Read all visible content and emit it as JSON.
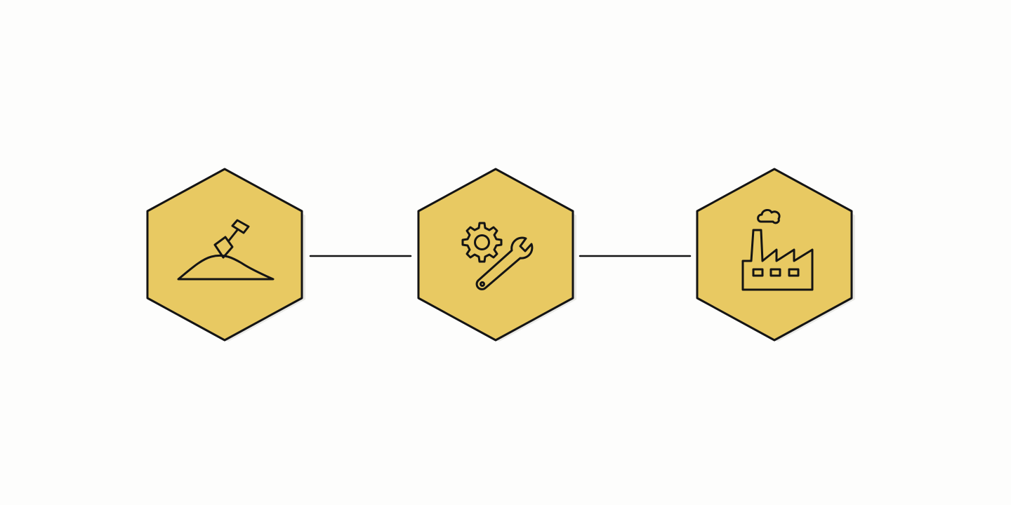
{
  "colors": {
    "background": "#fdfdfc",
    "hexagon_fill": "#e8c962",
    "outline": "#141414"
  },
  "diagram": {
    "type": "process-flow",
    "steps": [
      {
        "id": "step-1",
        "icon": "shovel-in-dirt-icon"
      },
      {
        "id": "step-2",
        "icon": "gear-and-wrench-icon"
      },
      {
        "id": "step-3",
        "icon": "factory-icon"
      }
    ],
    "connections": [
      {
        "from": "step-1",
        "to": "step-2"
      },
      {
        "from": "step-2",
        "to": "step-3"
      }
    ]
  }
}
